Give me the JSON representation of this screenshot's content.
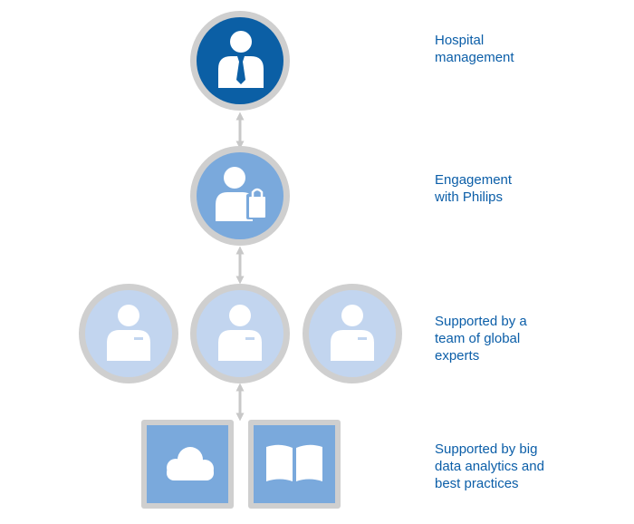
{
  "levels": [
    {
      "label": "Hospital\nmanagement",
      "icon": "manager-icon"
    },
    {
      "label": "Engagement\nwith Philips",
      "icon": "engagement-person-icon"
    },
    {
      "label": "Supported by a\nteam of global\nexperts",
      "icon": "expert-icon"
    },
    {
      "label": "Supported by big\ndata analytics and\nbest practices",
      "icon": "cloud-icon, book-icon"
    }
  ],
  "colors": {
    "dark_blue": "#0b5fa5",
    "mid_blue": "#7aa9dc",
    "light_blue": "#c2d5ef",
    "ring_gray": "#cfcfcf",
    "arrow_gray": "#c8c8c8",
    "text_blue": "#0b5ea8"
  }
}
